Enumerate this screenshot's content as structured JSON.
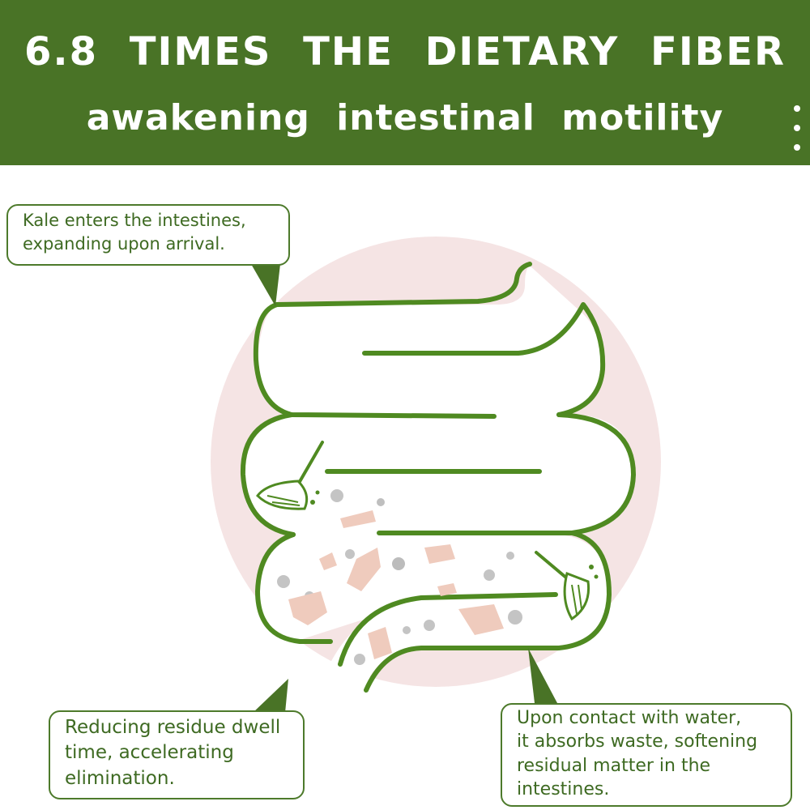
{
  "banner": {
    "line1": "6.8 TIMES THE DIETARY FIBER",
    "line2": "awakening intestinal motility"
  },
  "callouts": {
    "top_left": {
      "lines": [
        "Kale enters the intestines,",
        "expanding upon arrival."
      ]
    },
    "bottom_left": {
      "lines": [
        "Reducing residue dwell",
        "time, accelerating",
        "elimination."
      ]
    },
    "bottom_right": {
      "lines": [
        "Upon contact with water,",
        "it absorbs waste, softening",
        "residual matter in the",
        "intestines."
      ]
    },
    "pointer_icons": [
      "triangle-pointer",
      "triangle-pointer",
      "triangle-pointer"
    ]
  },
  "colors": {
    "brand_green": "#497326",
    "intestine_green": "#4f8a21",
    "circle_pink": "#f4e3e3",
    "residue_pink": "#efcbbd",
    "residue_grey": "#bdbdbd"
  },
  "icons": [
    "broom-icon",
    "broom-icon"
  ]
}
